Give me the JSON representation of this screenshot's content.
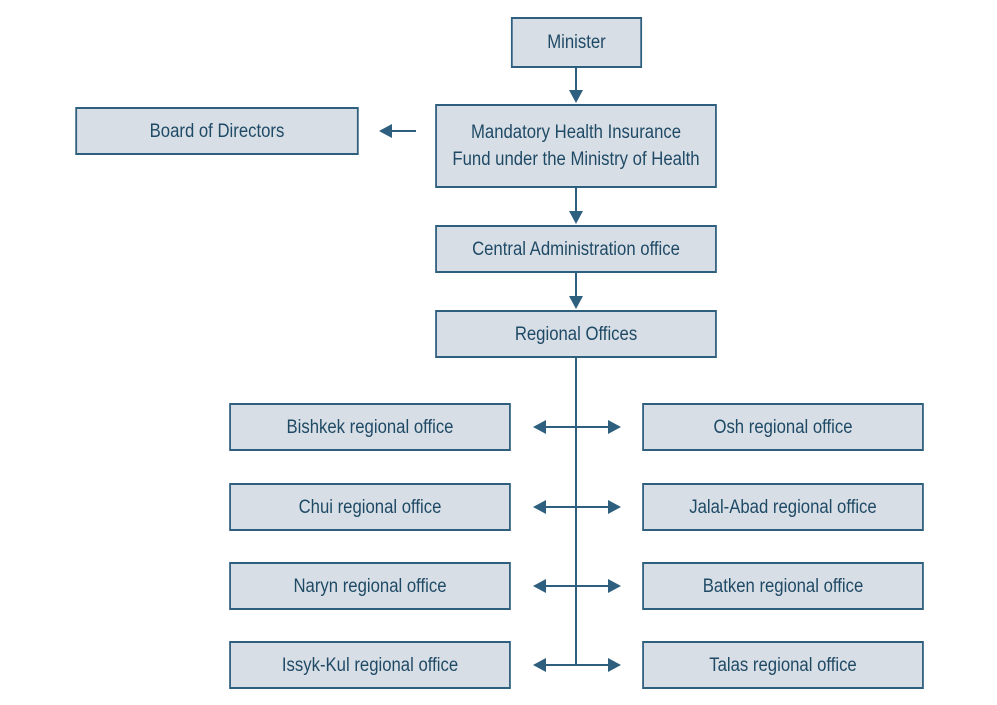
{
  "chart_data": {
    "type": "diagram",
    "colors": {
      "box_fill": "#d8dee5",
      "box_border": "#2f5f7e",
      "text": "#1f4a66",
      "connector": "#2f5f7e"
    },
    "nodes": {
      "minister": "Minister",
      "board": "Board of Directors",
      "mhif": [
        "Mandatory Health Insurance",
        "Fund under the Ministry of Health"
      ],
      "central": "Central Administration office",
      "regional": "Regional Offices",
      "offices_left": [
        "Bishkek regional office",
        "Chui regional office",
        "Naryn regional office",
        "Issyk-Kul regional office"
      ],
      "offices_right": [
        "Osh regional office",
        "Jalal-Abad regional office",
        "Batken regional office",
        "Talas regional office"
      ]
    },
    "edges": [
      {
        "from": "minister",
        "to": "mhif"
      },
      {
        "from": "mhif",
        "to": "board"
      },
      {
        "from": "mhif",
        "to": "central"
      },
      {
        "from": "central",
        "to": "regional"
      },
      {
        "from": "regional",
        "to": "offices_left",
        "bidirectional": true
      },
      {
        "from": "regional",
        "to": "offices_right",
        "bidirectional": true
      }
    ]
  }
}
